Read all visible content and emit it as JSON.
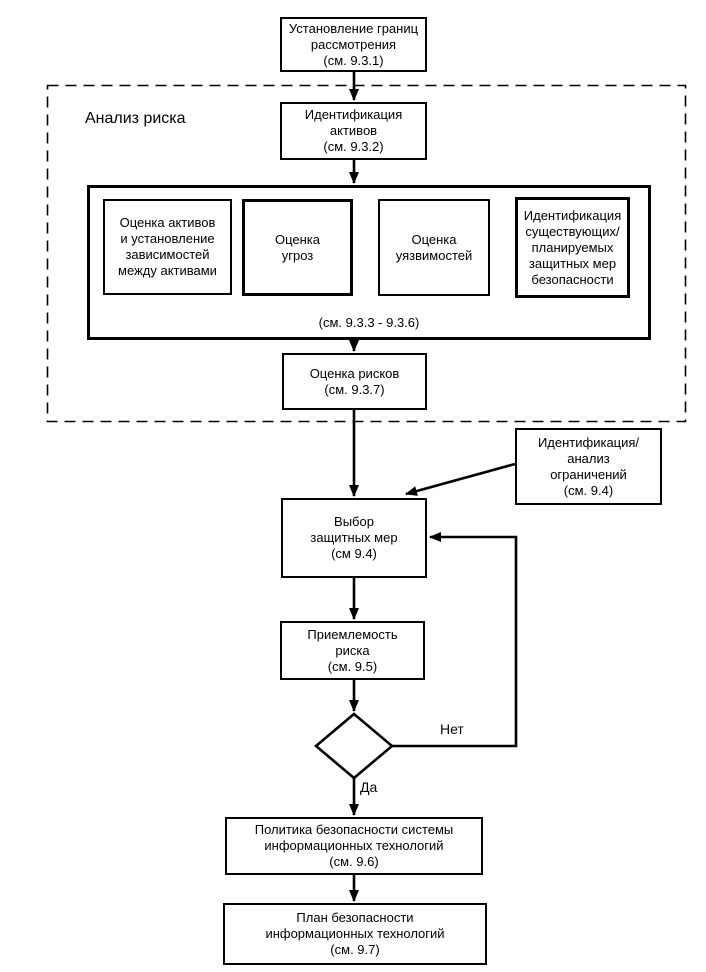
{
  "diagram": {
    "region_label": "Анализ риска",
    "nodes": {
      "scope": {
        "text": "Установление границ\nрассмотрения\n(см. 9.3.1)"
      },
      "asset_identification": {
        "text": "Идентификация\nактивов\n(см. 9.3.2)"
      },
      "asset_valuation": {
        "text": "Оценка активов\nи установление\nзависимостей\nмежду активами"
      },
      "threat_assessment": {
        "text": "Оценка\nугроз"
      },
      "vulnerability_assessment": {
        "text": "Оценка\nуязвимостей"
      },
      "safeguard_identification": {
        "text": "Идентификация\nсуществующих/\nпланируемых\nзащитных мер\nбезопасности"
      },
      "group_caption": "(см. 9.3.3 - 9.3.6)",
      "risk_assessment": {
        "text": "Оценка рисков\n(см. 9.3.7)"
      },
      "constraints": {
        "text": "Идентификация/\nанализ\nограничений\n(см. 9.4)"
      },
      "safeguard_selection": {
        "text": "Выбор\nзащитных мер\n(см 9.4)"
      },
      "risk_acceptance": {
        "text": "Приемлемость\nриска\n(см. 9.5)"
      },
      "security_policy": {
        "text": "Политика безопасности системы\nинформационных технологий\n(см. 9.6)"
      },
      "security_plan": {
        "text": "План безопасности\nинформационных технологий\n(см. 9.7)"
      }
    },
    "edge_labels": {
      "no": "Нет",
      "yes": "Да"
    },
    "colors": {
      "line": "#000000",
      "background": "#ffffff"
    }
  }
}
